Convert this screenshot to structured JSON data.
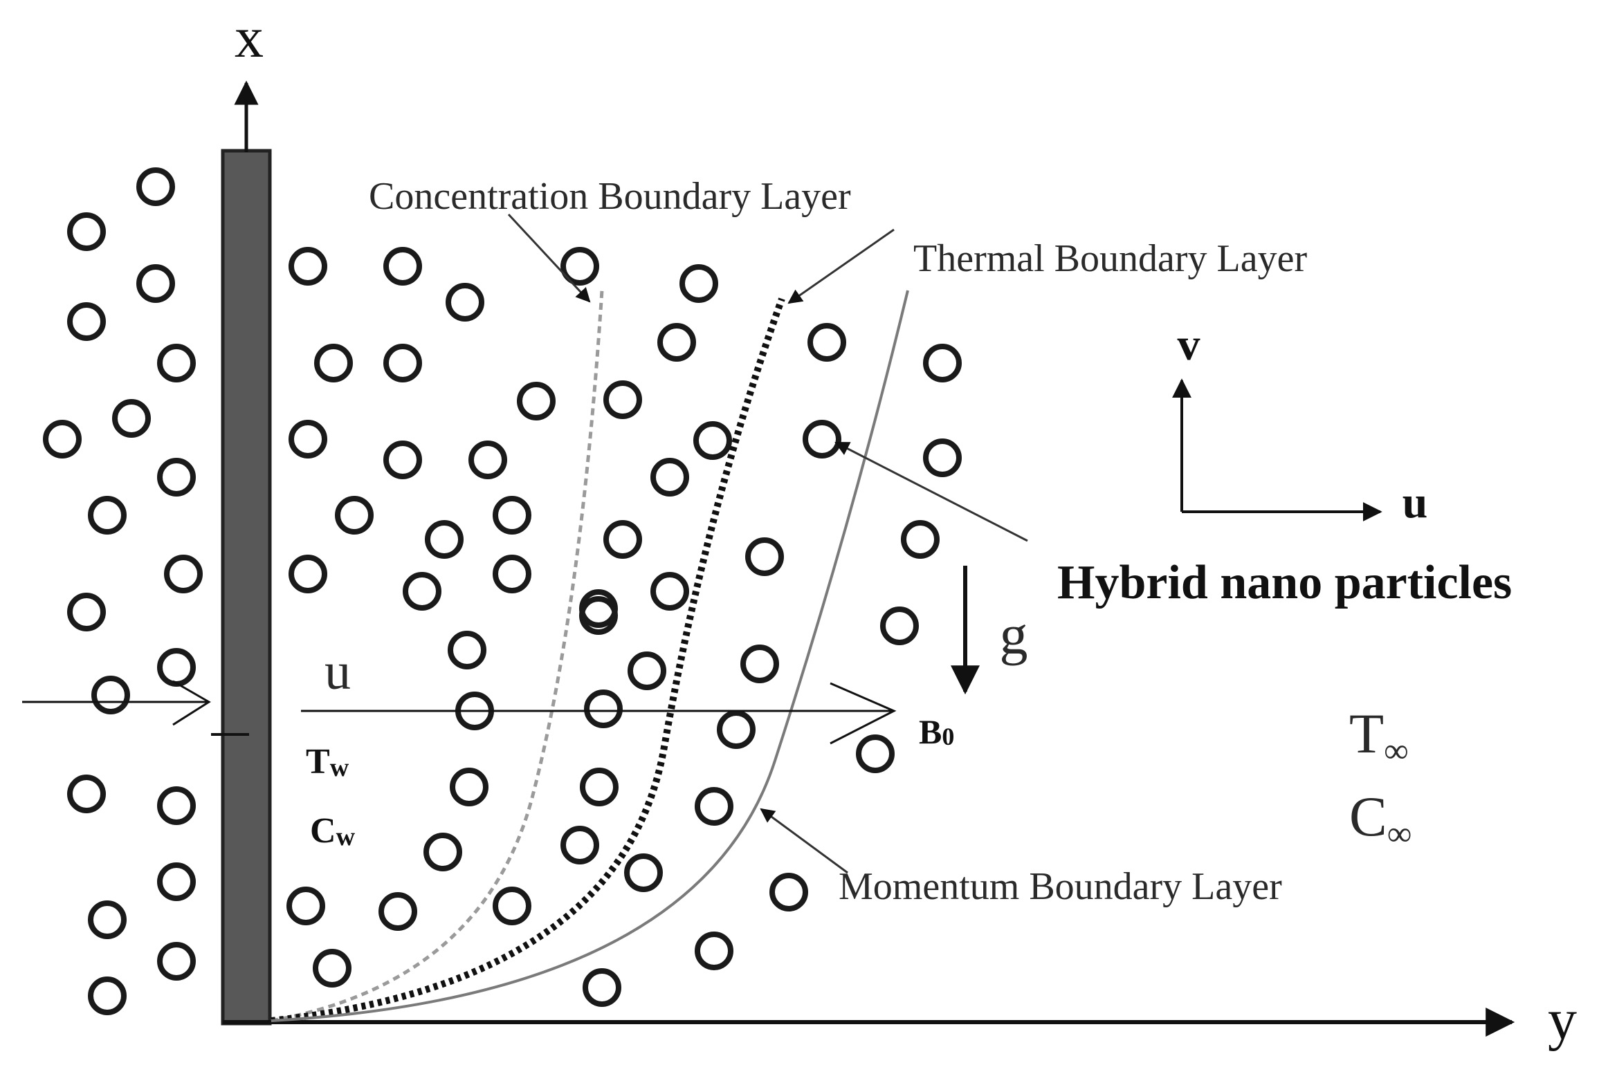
{
  "axes": {
    "x_label": "x",
    "y_label": "y"
  },
  "labels": {
    "concentration_layer": "Concentration Boundary Layer",
    "thermal_layer": "Thermal Boundary Layer",
    "momentum_layer": "Momentum Boundary Layer",
    "hybrid_particles": "Hybrid nano particles",
    "gravity": "g",
    "magnetic_field": "B",
    "magnetic_field_sub": "0",
    "velocity_u": "u",
    "wall_temp": "T",
    "wall_temp_sub": "w",
    "wall_conc": "C",
    "wall_conc_sub": "w",
    "ambient_temp": "T",
    "ambient_temp_sub": "∞",
    "ambient_conc": "C",
    "ambient_conc_sub": "∞"
  },
  "velocity_axes": {
    "v_label": "v",
    "u_label": "u"
  },
  "colors": {
    "plate": "#585858",
    "line": "#111111",
    "particle": "#1a1a1a"
  }
}
